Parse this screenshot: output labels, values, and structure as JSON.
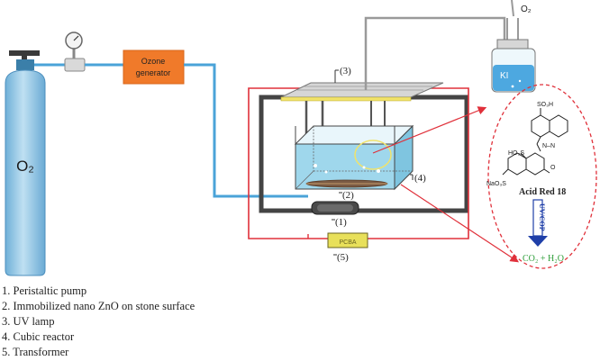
{
  "labels": {
    "cylinder": "O₂",
    "ozone_line1": "Ozone",
    "ozone_line2": "generator",
    "o2_vent": "O₂",
    "ki": "KI",
    "marker_1": "(1)",
    "marker_2": "(2)",
    "marker_3": "(3)",
    "marker_4": "(4)",
    "marker_5": "(5)",
    "so3h": "SO₃H",
    "hso3": "HO₃S",
    "naso3": "NaO₃S",
    "azo": "N–N",
    "oxo": "O",
    "dye_name": "Acid Red 18",
    "process": "UV/COP",
    "products": "CO₂ + H₂O",
    "unit_5": "PCBA"
  },
  "legend": [
    "1. Peristaltic pump",
    "2. Immobilized nano ZnO on stone surface",
    "3. UV lamp",
    "4. Cubic reactor",
    "5. Transformer"
  ],
  "colors": {
    "tube_blue": "#4aa3d8",
    "ozone_box": "#f07a2a",
    "cylinder": "#8fc3e3",
    "frame_red": "#e0303a",
    "water": "#9fd7ec",
    "lamp_yellow": "#f1e36a",
    "product_green": "#2f9e3a",
    "arrow_blue": "#1f3fa8"
  }
}
